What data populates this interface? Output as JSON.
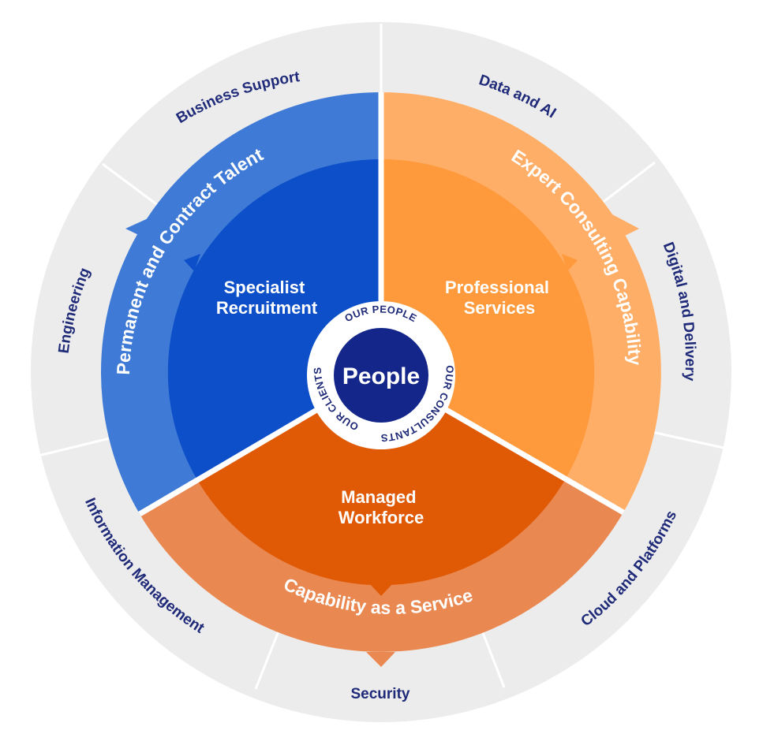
{
  "colors": {
    "outer_ring": "#efefef",
    "outer_ring_stroke": "#ffffff",
    "blue_ring": "#3d7ad6",
    "blue_sector": "#0d4fc8",
    "orange_ring": "#ffac62",
    "orange_sector": "#ff983a",
    "dark_orange_ring": "#ea8751",
    "dark_orange_sector": "#e05905",
    "hub_ring": "#ffffff",
    "hub_center": "#15268a",
    "outer_text": "#1f2a78",
    "white_text": "#ffffff"
  },
  "outer_segments": [
    {
      "label": "Business Support"
    },
    {
      "label": "Data and AI"
    },
    {
      "label": "Digital and Delivery"
    },
    {
      "label": "Cloud and Platforms"
    },
    {
      "label": "Security"
    },
    {
      "label": "Information Management"
    },
    {
      "label": "Engineering"
    }
  ],
  "rings": [
    {
      "label": "Permanent and Contract Talent"
    },
    {
      "label": "Expert Consulting Capability"
    },
    {
      "label": "Capability as a Service"
    }
  ],
  "sectors": [
    {
      "line1": "Specialist",
      "line2": "Recruitment"
    },
    {
      "line1": "Professional",
      "line2": "Services"
    },
    {
      "line1": "Managed",
      "line2": "Workforce"
    }
  ],
  "hub": {
    "center_label": "People",
    "ring_labels": [
      "OUR PEOPLE",
      "OUR CONSULTANTS",
      "OUR CLIENTS"
    ]
  }
}
